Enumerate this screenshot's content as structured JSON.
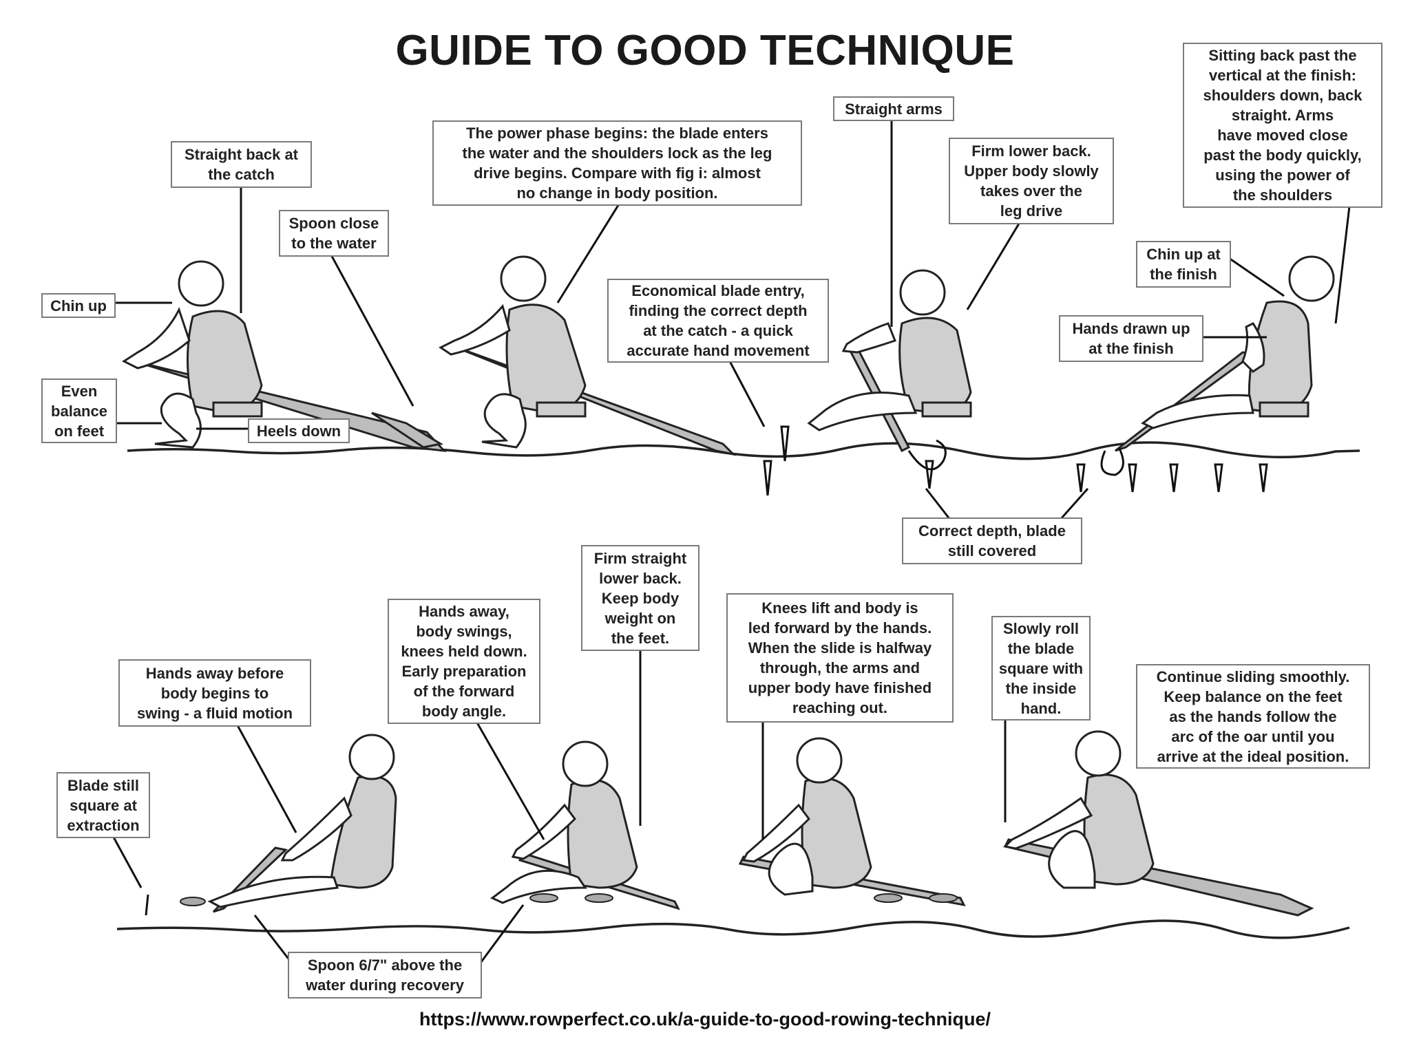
{
  "title": "GUIDE TO GOOD TECHNIQUE",
  "source_url": "https://www.rowperfect.co.uk/a-guide-to-good-rowing-technique/",
  "labels": {
    "straight_back": "Straight back at\nthe catch",
    "chin_up": "Chin up",
    "even_balance": "Even\nbalance\non feet",
    "heels_down": "Heels down",
    "spoon_close": "Spoon close\nto the water",
    "power_phase": "The power phase begins: the blade enters\nthe water and the shoulders lock as the leg\ndrive begins. Compare with fig i: almost\nno change in body position.",
    "economical_entry": "Economical blade entry,\nfinding the correct depth\nat the catch - a quick\naccurate hand movement",
    "straight_arms": "Straight arms",
    "firm_lower_back": "Firm lower back.\nUpper body slowly\ntakes over the\nleg drive",
    "sitting_back": "Sitting back past the\nvertical at the finish:\nshoulders down, back\nstraight.  Arms\nhave moved close\npast the body quickly,\nusing the power of\nthe shoulders",
    "chin_up_finish": "Chin up at\nthe finish",
    "hands_drawn_up": "Hands drawn up\nat the finish",
    "correct_depth": "Correct depth, blade\nstill covered",
    "blade_still_square": "Blade still\nsquare at\nextraction",
    "hands_away": "Hands away before\nbody begins to\nswing - a fluid motion",
    "hands_away_swings": "Hands away,\nbody swings,\nknees held down.\nEarly preparation\nof the forward\nbody angle.",
    "firm_straight": "Firm straight\nlower back.\nKeep body\nweight on\nthe feet.",
    "knees_lift": "Knees lift and body is\nled forward by the hands.\nWhen the slide is halfway\nthrough, the arms and\nupper body have finished\nreaching out.",
    "slowly_roll": "Slowly roll\nthe blade\nsquare with\nthe inside\nhand.",
    "continue_sliding": "Continue sliding smoothly.\nKeep balance on the feet\nas the hands follow the\narc of the oar until you\narrive at the ideal position.",
    "spoon_above": "Spoon 6/7\" above the\nwater during recovery"
  }
}
